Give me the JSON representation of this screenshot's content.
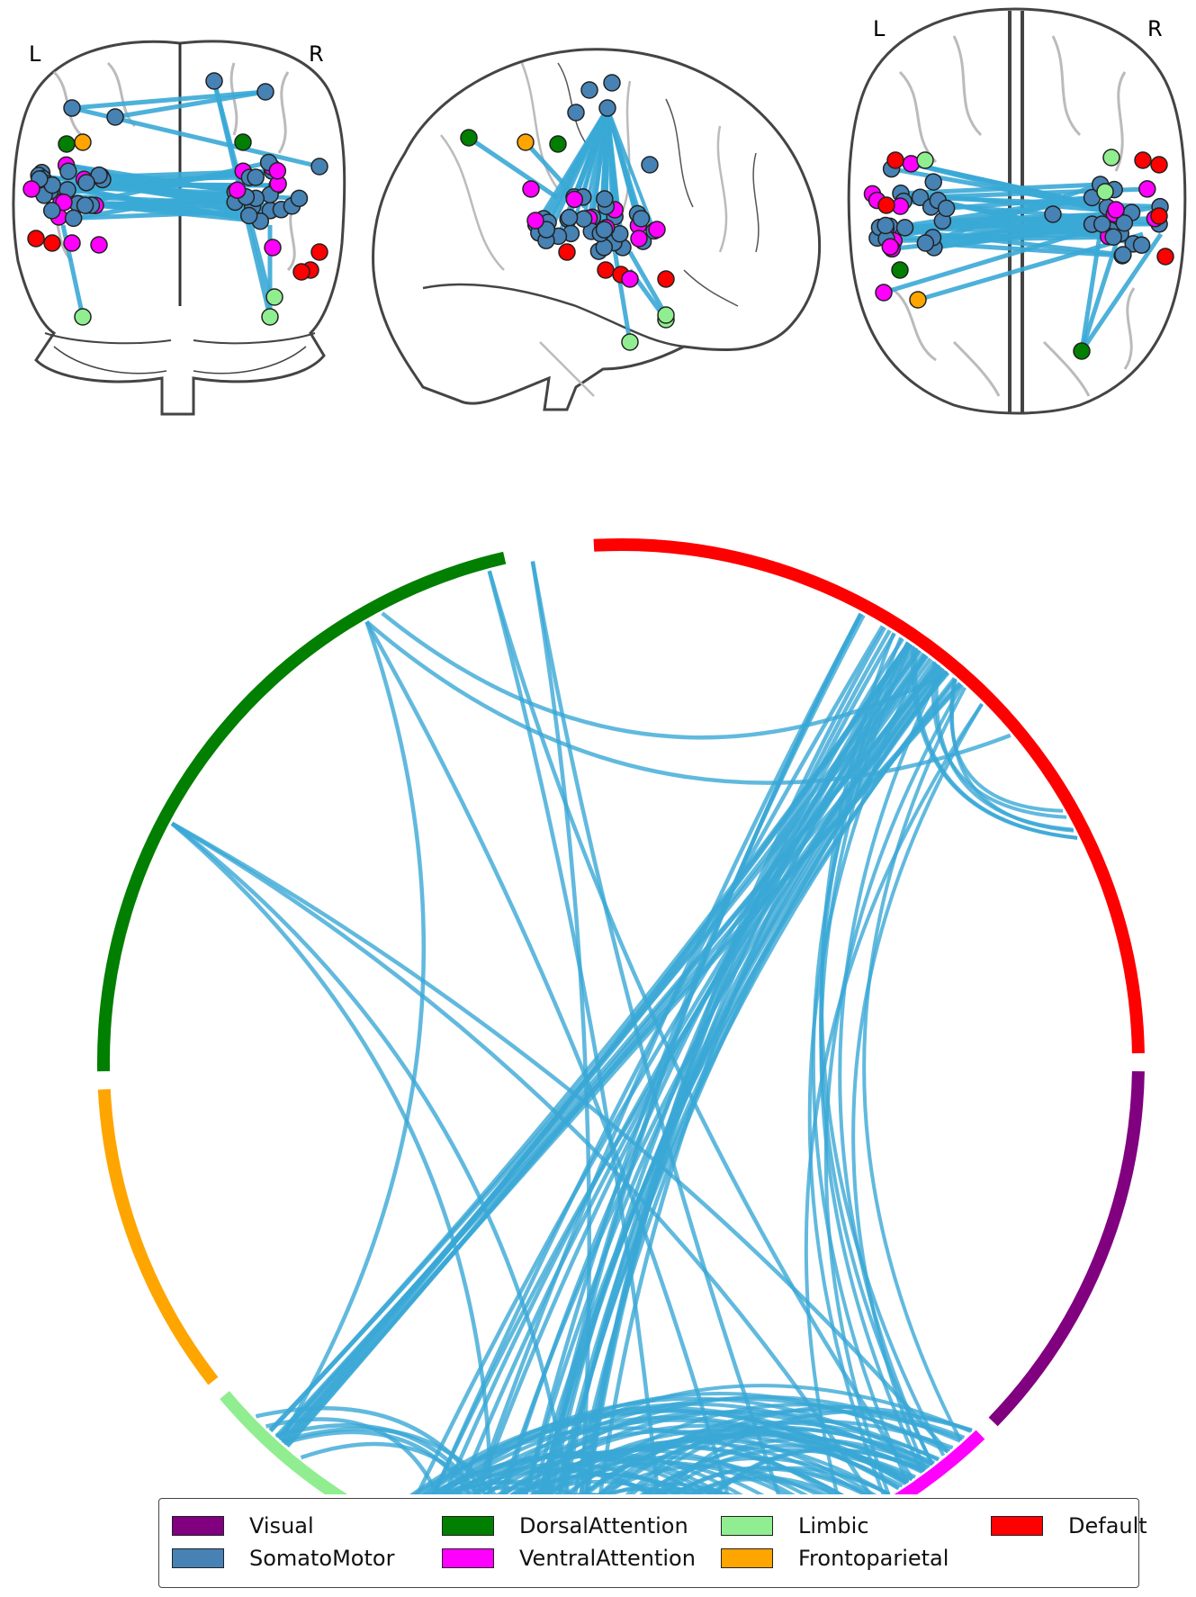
{
  "glass_brain": {
    "labels": {
      "left": "L",
      "right": "R"
    },
    "edge_color": "#3AA8D6"
  },
  "networks": [
    {
      "id": "visual",
      "name": "Visual",
      "color": "#800080"
    },
    {
      "id": "somatomotor",
      "name": "SomatoMotor",
      "color": "#4682B4"
    },
    {
      "id": "dorsal",
      "name": "DorsalAttention",
      "color": "#007F00"
    },
    {
      "id": "ventral",
      "name": "VentralAttention",
      "color": "#FF00FF"
    },
    {
      "id": "limbic",
      "name": "Limbic",
      "color": "#90EE90"
    },
    {
      "id": "frontoparietal",
      "name": "Frontoparietal",
      "color": "#FFA500"
    },
    {
      "id": "default",
      "name": "Default",
      "color": "#FF0000"
    }
  ],
  "chord": {
    "arc_order": [
      "default",
      "visual",
      "ventral",
      "somatomotor",
      "limbic",
      "frontoparietal",
      "dorsal"
    ]
  },
  "legend": {
    "columns": [
      [
        "Visual",
        "SomatoMotor"
      ],
      [
        "DorsalAttention",
        "VentralAttention"
      ],
      [
        "Limbic",
        "Frontoparietal"
      ],
      [
        "Default"
      ]
    ]
  }
}
